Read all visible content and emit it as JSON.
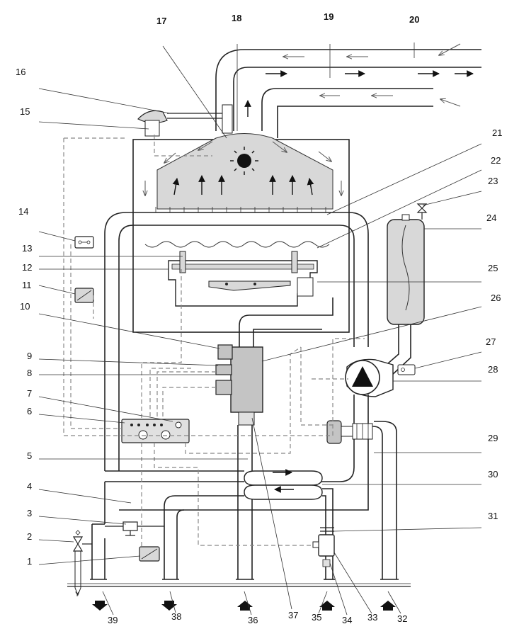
{
  "diagram": {
    "type": "boiler-schematic",
    "labels_left": [
      "16",
      "15",
      "14",
      "13",
      "12",
      "11",
      "10",
      "9",
      "8",
      "7",
      "6",
      "5",
      "4",
      "3",
      "2",
      "1"
    ],
    "labels_top": [
      "17",
      "18",
      "19",
      "20"
    ],
    "labels_right": [
      "21",
      "22",
      "23",
      "24",
      "25",
      "26",
      "27",
      "28",
      "29",
      "30",
      "31"
    ],
    "labels_bottom": [
      "39",
      "38",
      "36",
      "37",
      "35",
      "34",
      "33",
      "32"
    ],
    "pipe_stub": "Y"
  },
  "colors": {
    "line": "#222222",
    "dashed": "#888888",
    "fill_light": "#d8d8d8",
    "fill_mid": "#c4c4c4",
    "background": "#ffffff"
  }
}
